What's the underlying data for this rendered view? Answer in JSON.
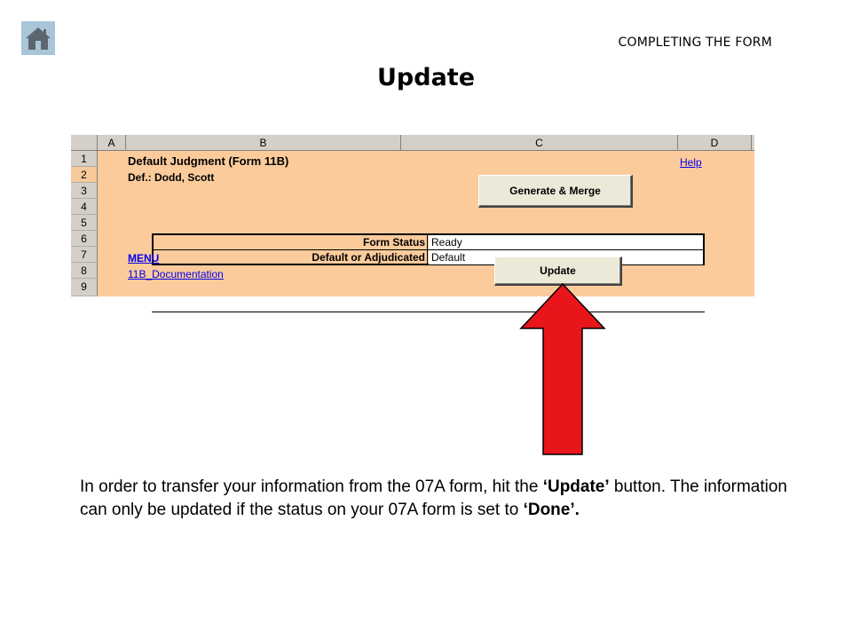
{
  "header": {
    "home_icon": "home-icon",
    "section_label": "COMPLETING THE FORM",
    "title": "Update"
  },
  "spreadsheet": {
    "columns": [
      "A",
      "B",
      "C",
      "D"
    ],
    "rows": [
      "1",
      "2",
      "3",
      "4",
      "5",
      "6",
      "7",
      "8",
      "9"
    ],
    "selected_row": "2",
    "title": "Default Judgment (Form 11B)",
    "defendant": "Def.: Dodd, Scott",
    "help_link": "Help",
    "generate_button": "Generate & Merge",
    "status_rows": [
      {
        "label": "Form Status",
        "value": "Ready"
      },
      {
        "label": "Default or Adjudicated",
        "value": "Default"
      }
    ],
    "menu_link": "MENU",
    "documentation_link": "11B_Documentation",
    "update_button": "Update"
  },
  "annotation": {
    "arrow_color": "#e8151b",
    "arrow_icon": "up-arrow-icon"
  },
  "instruction": {
    "part1": "In order to transfer your information from the 07A form, hit the ",
    "bold1": "‘Update’",
    "part2": " button. The information can only be updated if the status on your 07A form is set to ",
    "bold2": "‘Done’."
  },
  "colors": {
    "sheet_fill": "#fbcb9c",
    "header_gray": "#d4d0c8",
    "home_button": "#a9c6d9"
  }
}
